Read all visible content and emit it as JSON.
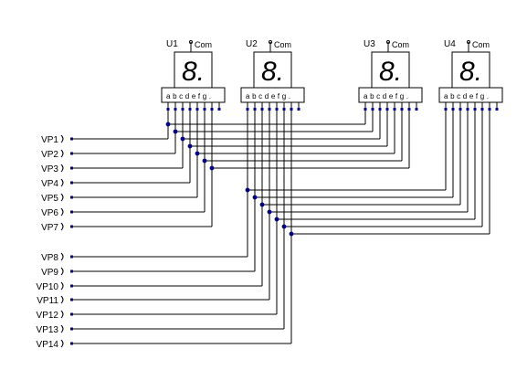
{
  "displays": [
    {
      "id": "U1",
      "com_label": "Com",
      "digit": "8.",
      "segments": "a b c d e f g ."
    },
    {
      "id": "U2",
      "com_label": "Com",
      "digit": "8.",
      "segments": "a b c d e f g ."
    },
    {
      "id": "U3",
      "com_label": "Com",
      "digit": "8.",
      "segments": "a b c d e f g ."
    },
    {
      "id": "U4",
      "com_label": "Com",
      "digit": "8.",
      "segments": "a b c d e f g ."
    }
  ],
  "ports": [
    {
      "label": "VP1"
    },
    {
      "label": "VP2"
    },
    {
      "label": "VP3"
    },
    {
      "label": "VP4"
    },
    {
      "label": "VP5"
    },
    {
      "label": "VP6"
    },
    {
      "label": "VP7"
    },
    {
      "label": "VP8"
    },
    {
      "label": "VP9"
    },
    {
      "label": "VP10"
    },
    {
      "label": "VP11"
    },
    {
      "label": "VP12"
    },
    {
      "label": "VP13"
    },
    {
      "label": "VP14"
    }
  ],
  "colors": {
    "wire": "#000000",
    "pin": "#000080",
    "junction": "#000080"
  }
}
